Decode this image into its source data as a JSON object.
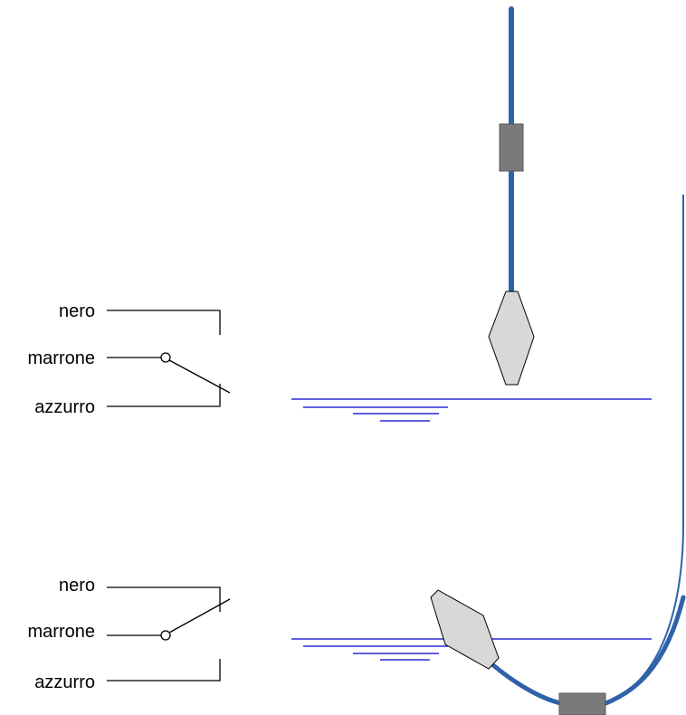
{
  "colors": {
    "cable": "#2f62a8",
    "water": "#0000cc",
    "float_fill": "#d8d8d8",
    "weight_fill": "#7a7a7a",
    "wire": "#000000"
  },
  "switch_top": {
    "state": "open",
    "labels": {
      "black": "nero",
      "brown": "marrone",
      "blue": "azzurro"
    }
  },
  "switch_bottom": {
    "state": "closed",
    "labels": {
      "black": "nero",
      "brown": "marrone",
      "blue": "azzurro"
    }
  }
}
